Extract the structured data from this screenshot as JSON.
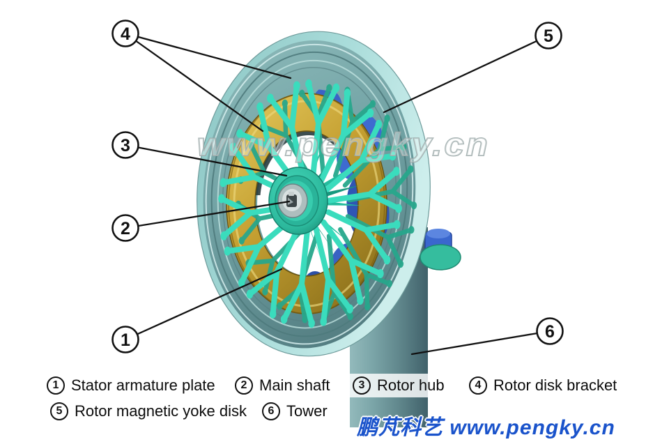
{
  "watermark": "www.pengky.cn",
  "branding": "鹏芃科艺 www.pengky.cn",
  "callout_bubbles": [
    "1",
    "2",
    "3",
    "4",
    "5",
    "6"
  ],
  "legend": {
    "row1": [
      {
        "num": "1",
        "label": "Stator armature plate"
      },
      {
        "num": "2",
        "label": "Main shaft"
      },
      {
        "num": "3",
        "label": "Rotor hub"
      },
      {
        "num": "4",
        "label": "Rotor disk bracket"
      }
    ],
    "row2": [
      {
        "num": "5",
        "label": "Rotor magnetic yoke disk"
      },
      {
        "num": "6",
        "label": "Tower"
      }
    ]
  },
  "colors": {
    "branding_blue": "#1a53cb",
    "disk_teal": "#6b9a9c",
    "rim_light_teal": "#c2e8e6",
    "stator_gold": "#c5a032",
    "bracket_turquoise": "#3adcbd",
    "support_blue": "#3b63c6",
    "tower_teal": "#628a8e",
    "watermark_gray": "#98a6a6",
    "callout_black": "#111111"
  }
}
